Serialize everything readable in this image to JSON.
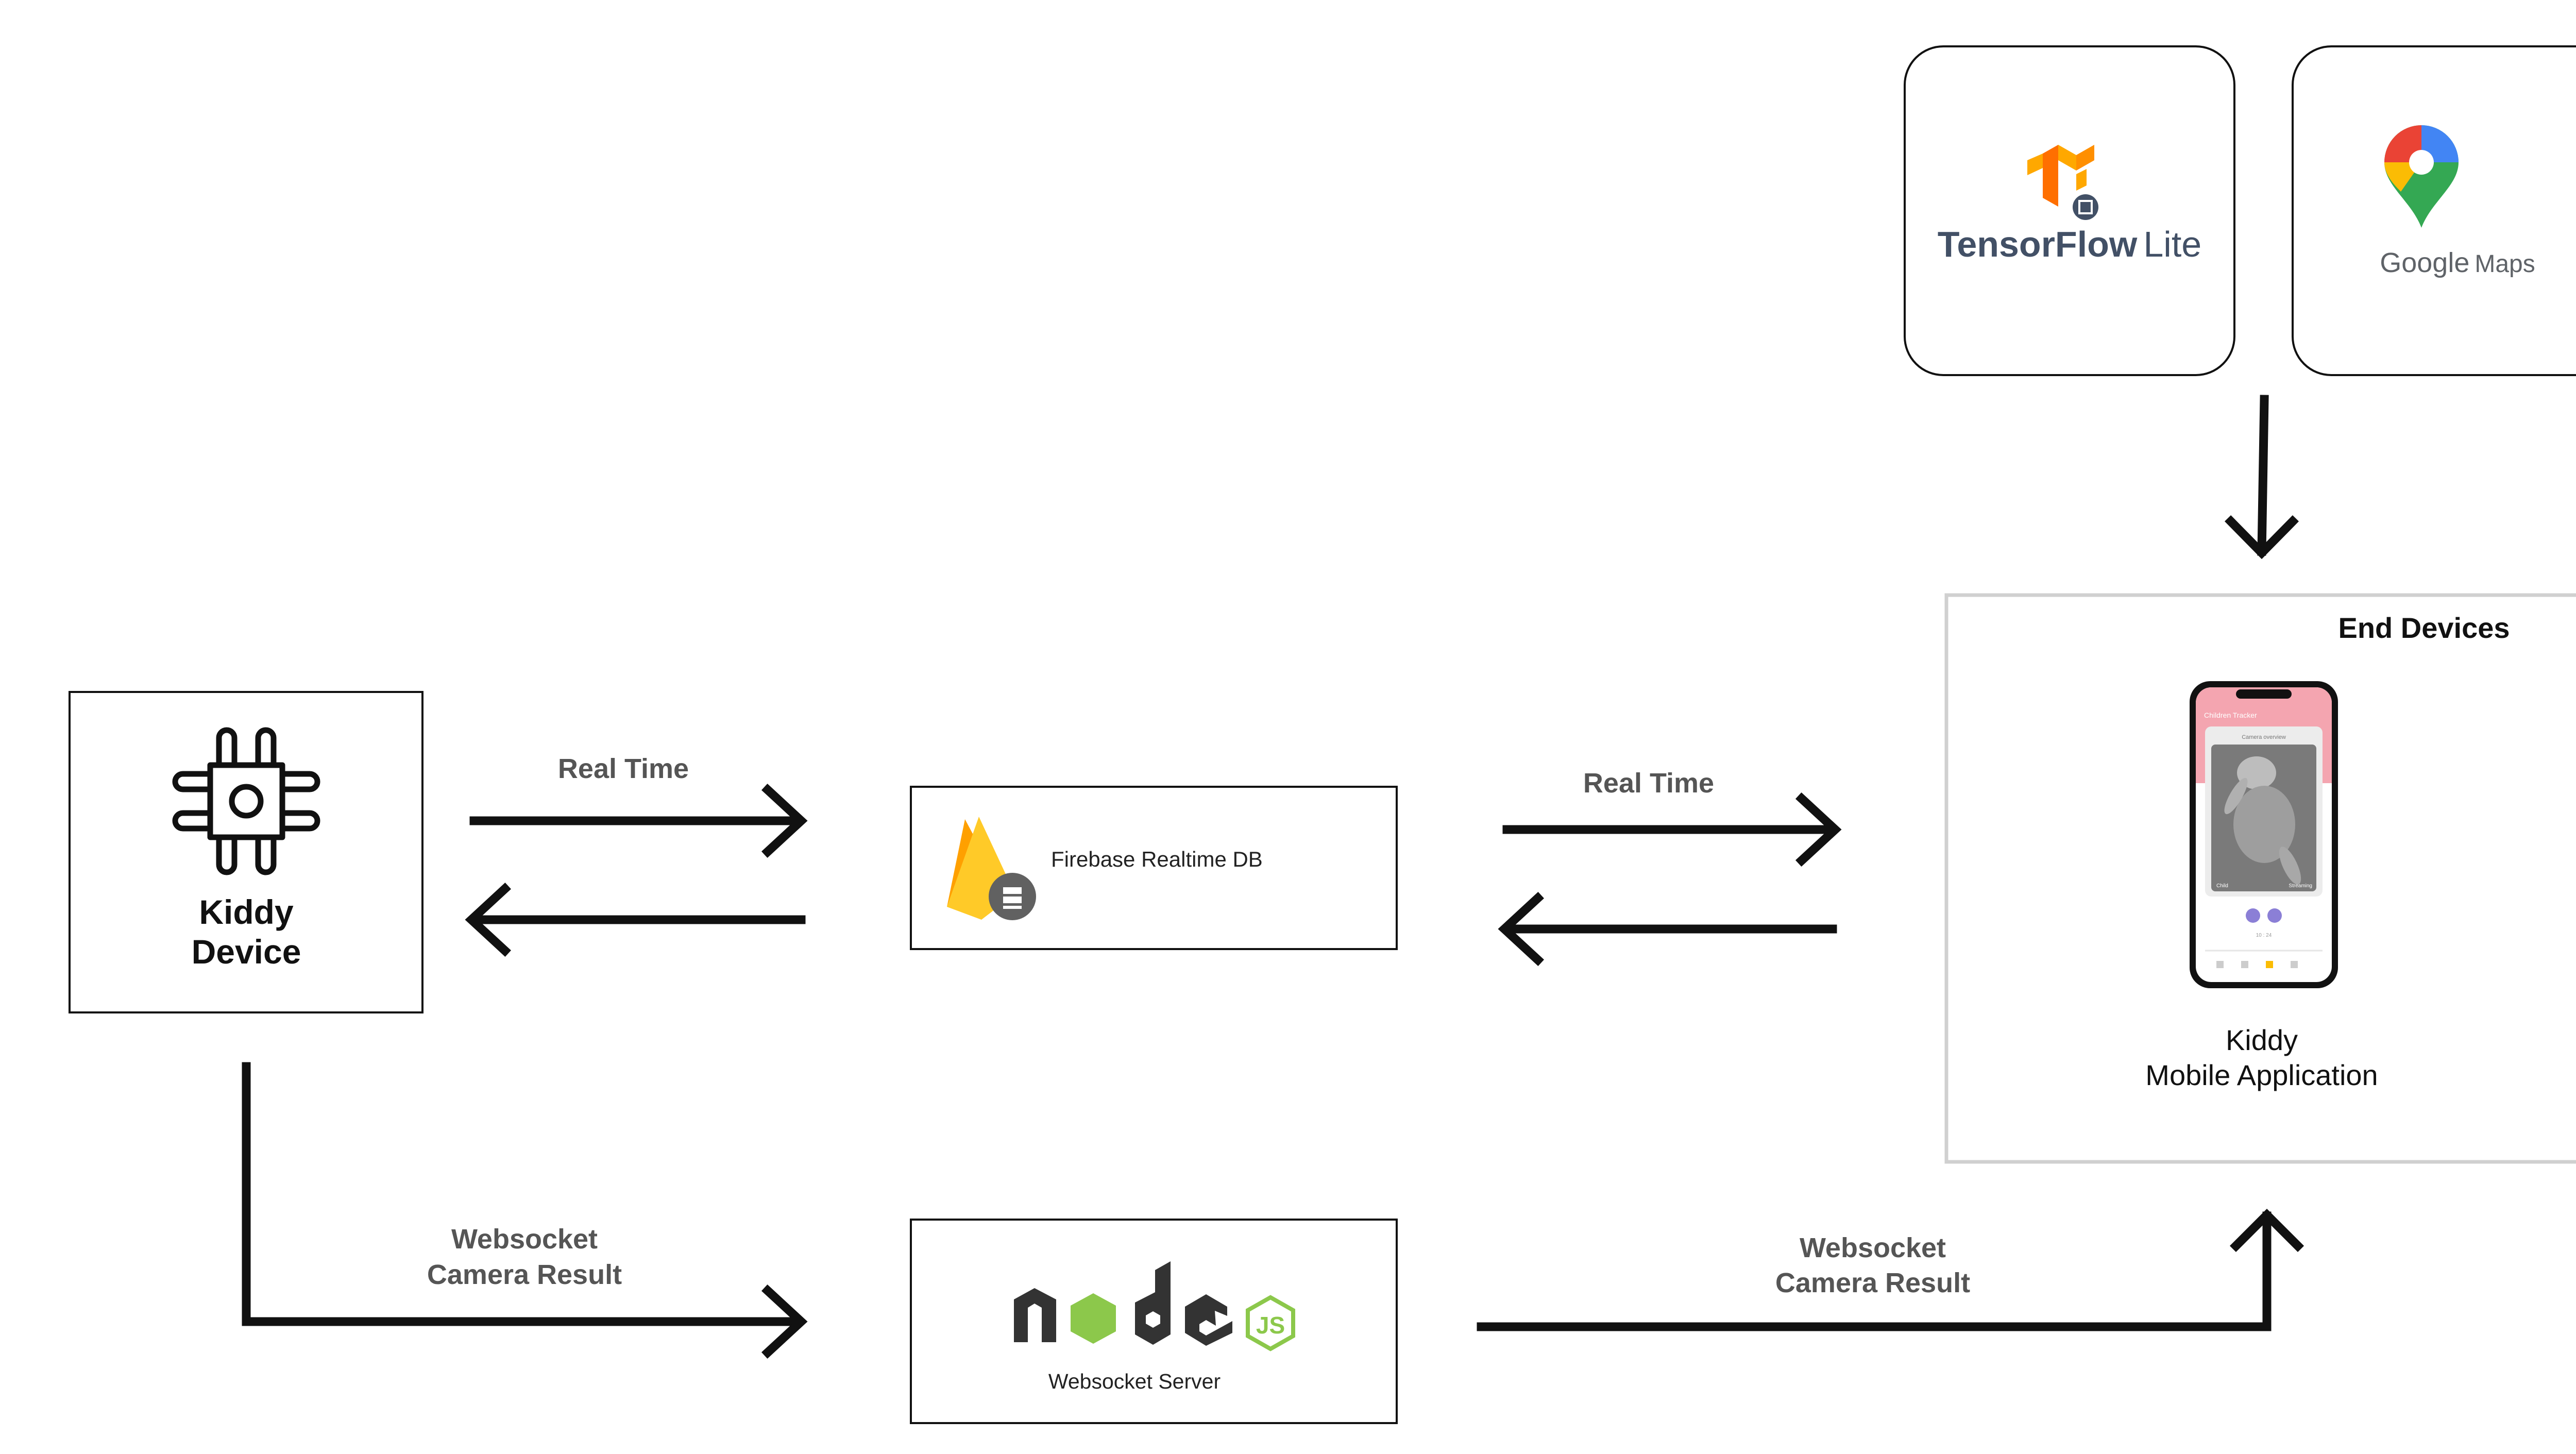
{
  "kiddy_device": {
    "line1": "Kiddy",
    "line2": "Device",
    "icon": "microchip-icon"
  },
  "firebase": {
    "label": "Firebase Realtime DB",
    "icon": "firebase-icon"
  },
  "node": {
    "logo_text": "node",
    "logo_badge": "JS",
    "label": "Websocket Server",
    "icon": "nodejs-logo"
  },
  "tensorflow": {
    "word1": "TensorFlow",
    "word2": "Lite",
    "icon": "tensorflow-icon"
  },
  "google_maps": {
    "word1": "Google",
    "word2": "Maps",
    "icon": "map-pin-icon"
  },
  "end_devices": {
    "title": "End Devices",
    "app_line1": "Kiddy",
    "app_line2": "Mobile Application",
    "phone_header": "Children Tracker",
    "phone_subheader": "Camera overview",
    "phone_footer_left": "Child",
    "phone_footer_right": "Streaming",
    "phone_caption": "10 : 24"
  },
  "labels": {
    "real_time_left": "Real Time",
    "real_time_right": "Real Time",
    "ws_left_line1": "Websocket",
    "ws_left_line2": "Camera Result",
    "ws_right_line1": "Websocket",
    "ws_right_line2": "Camera Result"
  },
  "colors": {
    "tf_orange": "#F7931E",
    "firebase_yellow": "#FFCA28",
    "firebase_orange": "#F57C00",
    "node_dark": "#333333",
    "node_green": "#8CC84B",
    "maps_blue": "#4285F4",
    "maps_red": "#EA4335",
    "maps_yellow": "#FBBC04",
    "maps_green": "#34A853",
    "phone_pink": "#F4A5B0"
  }
}
